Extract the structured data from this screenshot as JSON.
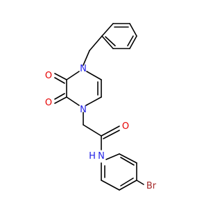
{
  "molecule": {
    "atoms": {
      "n_upper": "N",
      "n_lower": "N",
      "o_upper": "O",
      "o_lower": "O",
      "o_amide": "O",
      "n_amide": "N",
      "h_amide": "H",
      "br": "Br"
    },
    "colors": {
      "bond": "#000000",
      "nitrogen": "#1f1fe6",
      "oxygen": "#e60000",
      "bromine": "#a52a2a"
    }
  }
}
